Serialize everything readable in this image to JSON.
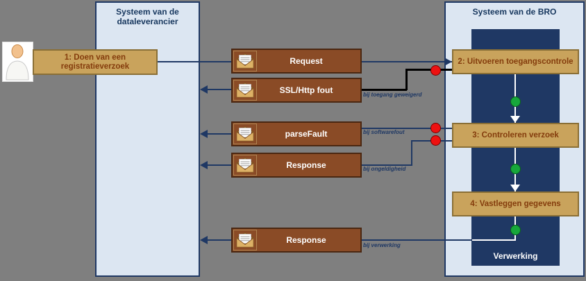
{
  "lanes": {
    "left": {
      "title_line1": "Systeem van de",
      "title_line2": "dataleverancier"
    },
    "right": {
      "title": "Systeem van de BRO",
      "process_label": "Verwerking"
    }
  },
  "actor": {
    "icon": "person-icon"
  },
  "steps": [
    {
      "label": "1: Doen van een registratieverzoek"
    },
    {
      "label": "2: Uitvoeren toegangscontrole"
    },
    {
      "label": "3:  Controleren verzoek"
    },
    {
      "label": "4: Vastleggen gegevens"
    }
  ],
  "messages": [
    {
      "label": "Request",
      "note": "",
      "icon": "envelope-icon"
    },
    {
      "label": "SSL/Http fout",
      "note": "bij toegang geweigerd",
      "icon": "envelope-icon"
    },
    {
      "label": "parseFault",
      "note": "bij softwarefout",
      "icon": "envelope-icon"
    },
    {
      "label": "Response",
      "note": "bij ongeldigheid",
      "icon": "envelope-icon"
    },
    {
      "label": "Response",
      "note": "bij verwerking",
      "icon": "envelope-icon"
    }
  ],
  "colors": {
    "background": "#7f7f7f",
    "panel_blue": "#dce6f2",
    "navy": "#1f3864",
    "tan_box": "#c9a35c",
    "tan_box_text": "#843c0c",
    "brown_box": "#8a4b26",
    "red_marker": "#ee1111",
    "green_marker": "#17a73b",
    "error_line": "#000000"
  }
}
